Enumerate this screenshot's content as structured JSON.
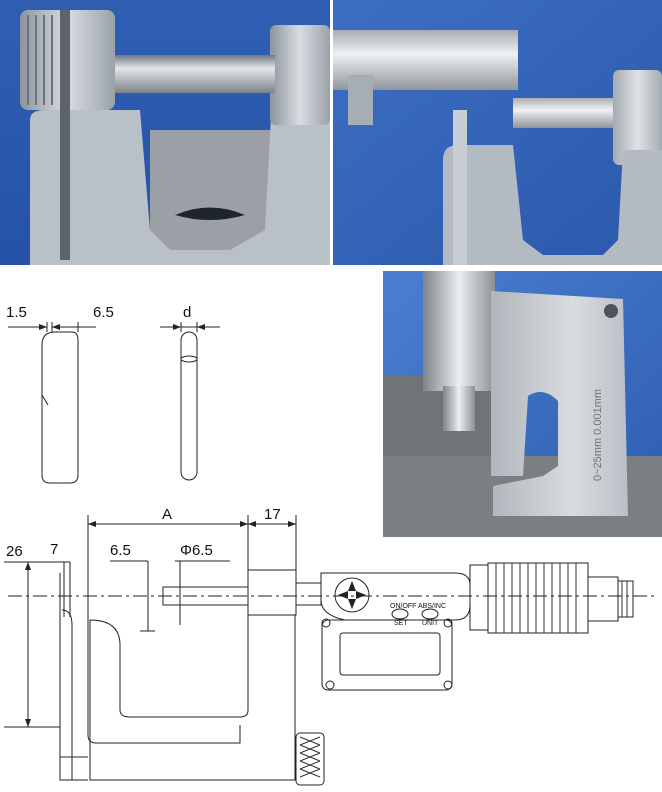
{
  "photos": {
    "top_left": {
      "subject": "micrometer spindle and anvil close-up"
    },
    "top_right": {
      "subject": "micrometer frame with sliding spindle"
    },
    "middle_right": {
      "subject": "micrometer frame on surface plate",
      "engraving": "0~25mm  0.001mm"
    }
  },
  "drawing": {
    "anvil_detail": {
      "dim_left": "1.5",
      "dim_right": "6.5"
    },
    "pin_detail": {
      "dim": "d"
    },
    "main_view": {
      "dim_A": "A",
      "dim_17": "17",
      "dim_26": "26",
      "dim_7": "7",
      "dim_6_5": "6.5",
      "dim_phi": "Φ6.5"
    },
    "buttons": {
      "on_off": "ON/OFF",
      "set": "SET",
      "abs_inc": "ABS/INC",
      "unit": "UNIT"
    }
  }
}
